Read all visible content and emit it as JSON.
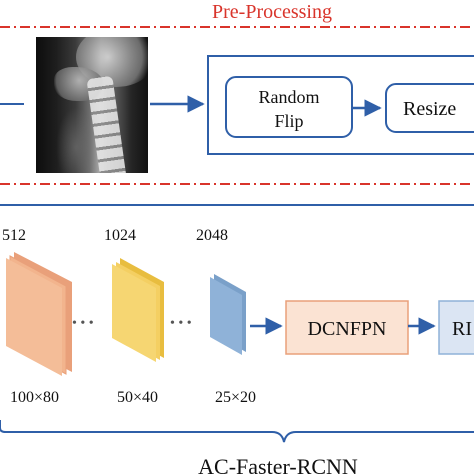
{
  "preprocessing": {
    "title": "Pre-Processing",
    "steps": [
      {
        "label_line1": "Random",
        "label_line2": "Flip"
      },
      {
        "label": "Resize"
      }
    ],
    "image_alt": "cervical spine x-ray"
  },
  "network": {
    "channels": [
      "512",
      "1024",
      "2048"
    ],
    "sizes": [
      "100×80",
      "50×40",
      "25×20"
    ],
    "ellipsis": "• • •",
    "modules": [
      "DCNFPN",
      "RI"
    ],
    "title": "AC-Faster-RCNN"
  },
  "colors": {
    "section_divider": "#d9342b",
    "accent_blue": "#2f5fa8",
    "fm1": "#f2b48d",
    "fm2": "#f4cf62",
    "fm3": "#8fb2d8",
    "dcnfpn_fill": "#fbe3d3",
    "ri_fill": "#dbe5f3"
  }
}
